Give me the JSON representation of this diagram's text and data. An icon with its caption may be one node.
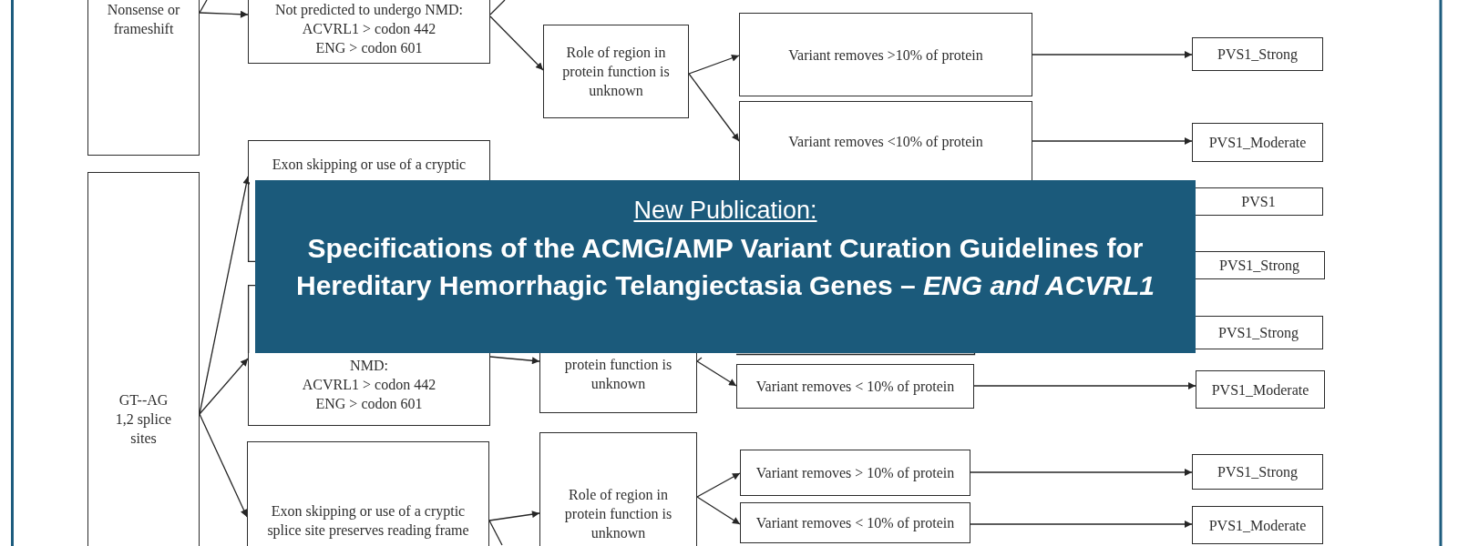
{
  "diagram": {
    "nodes": [
      {
        "text": [
          "Nonsense or frameshift"
        ]
      },
      {
        "text": [
          "Not predicted to undergo NMD:",
          "ACVRL1 > codon 442",
          "ENG > codon 601"
        ]
      },
      {
        "text": [
          "Role of region in protein function is unknown"
        ]
      },
      {
        "text": [
          "Variant removes >10% of protein"
        ]
      },
      {
        "text": [
          "PVS1_Strong"
        ]
      },
      {
        "text": [
          "Variant removes <10% of protein"
        ]
      },
      {
        "text": [
          "PVS1_Moderate"
        ]
      },
      {
        "text": [
          "Exon skipping or use of a cryptic"
        ]
      },
      {
        "text": [
          "GT--AG 1,2 splice sites"
        ]
      },
      {
        "text": [
          "PVS1"
        ]
      },
      {
        "text": [
          "New Publication:",
          "Specifications of the ACMG/AMP Variant Curation Guidelines for Hereditary Hemorrhagic Telangiectasia Genes – *ENG and ACVRL1*"
        ]
      },
      {
        "text": [
          "PVS1_Strong"
        ]
      },
      {
        "text": [
          "NMD:",
          "ACVRL1 > codon 442",
          "ENG > codon 601"
        ]
      },
      {
        "text": [
          "PVS1_Strong"
        ]
      },
      {
        "text": [
          "protein function is unknown"
        ]
      },
      {
        "text": [
          "Variant removes < 10% of protein"
        ]
      },
      {
        "text": [
          "PVS1_Moderate"
        ]
      },
      {
        "text": [
          "Exon skipping or use of a cryptic splice site preserves reading frame"
        ]
      },
      {
        "text": [
          "Role of region in protein function is unknown"
        ]
      },
      {
        "text": [
          "Variant removes > 10% of protein"
        ]
      },
      {
        "text": [
          "PVS1_Strong"
        ]
      },
      {
        "text": [
          "Variant removes < 10% of protein"
        ]
      },
      {
        "text": [
          "PVS1_Moderate"
        ]
      }
    ],
    "edges": [
      {
        "from": 0,
        "to": null,
        "arrow": "none"
      },
      {
        "from": 0,
        "to": 1,
        "arrow": "to"
      },
      {
        "from": 1,
        "to": null,
        "arrow": "none"
      },
      {
        "from": 1,
        "to": 2,
        "arrow": "to"
      },
      {
        "from": 2,
        "to": 3,
        "arrow": "to"
      },
      {
        "from": 2,
        "to": 5,
        "arrow": "to"
      },
      {
        "from": 3,
        "to": 4,
        "arrow": "to"
      },
      {
        "from": 5,
        "to": 6,
        "arrow": "to"
      },
      {
        "from": 8,
        "to": 7,
        "arrow": "to"
      },
      {
        "from": 8,
        "to": 12,
        "arrow": "to"
      },
      {
        "from": 8,
        "to": 17,
        "arrow": "to"
      },
      {
        "from": 12,
        "to": 14,
        "arrow": "to"
      },
      {
        "from": 14,
        "to": null,
        "arrow": "none"
      },
      {
        "from": 14,
        "to": 15,
        "arrow": "to"
      },
      {
        "from": 15,
        "to": 16,
        "arrow": "to"
      },
      {
        "from": 17,
        "to": 18,
        "arrow": "to"
      },
      {
        "from": 17,
        "to": null,
        "arrow": "none"
      },
      {
        "from": 18,
        "to": 19,
        "arrow": "to"
      },
      {
        "from": 18,
        "to": 21,
        "arrow": "to"
      },
      {
        "from": 19,
        "to": 20,
        "arrow": "to"
      },
      {
        "from": 21,
        "to": 22,
        "arrow": "to"
      }
    ]
  }
}
